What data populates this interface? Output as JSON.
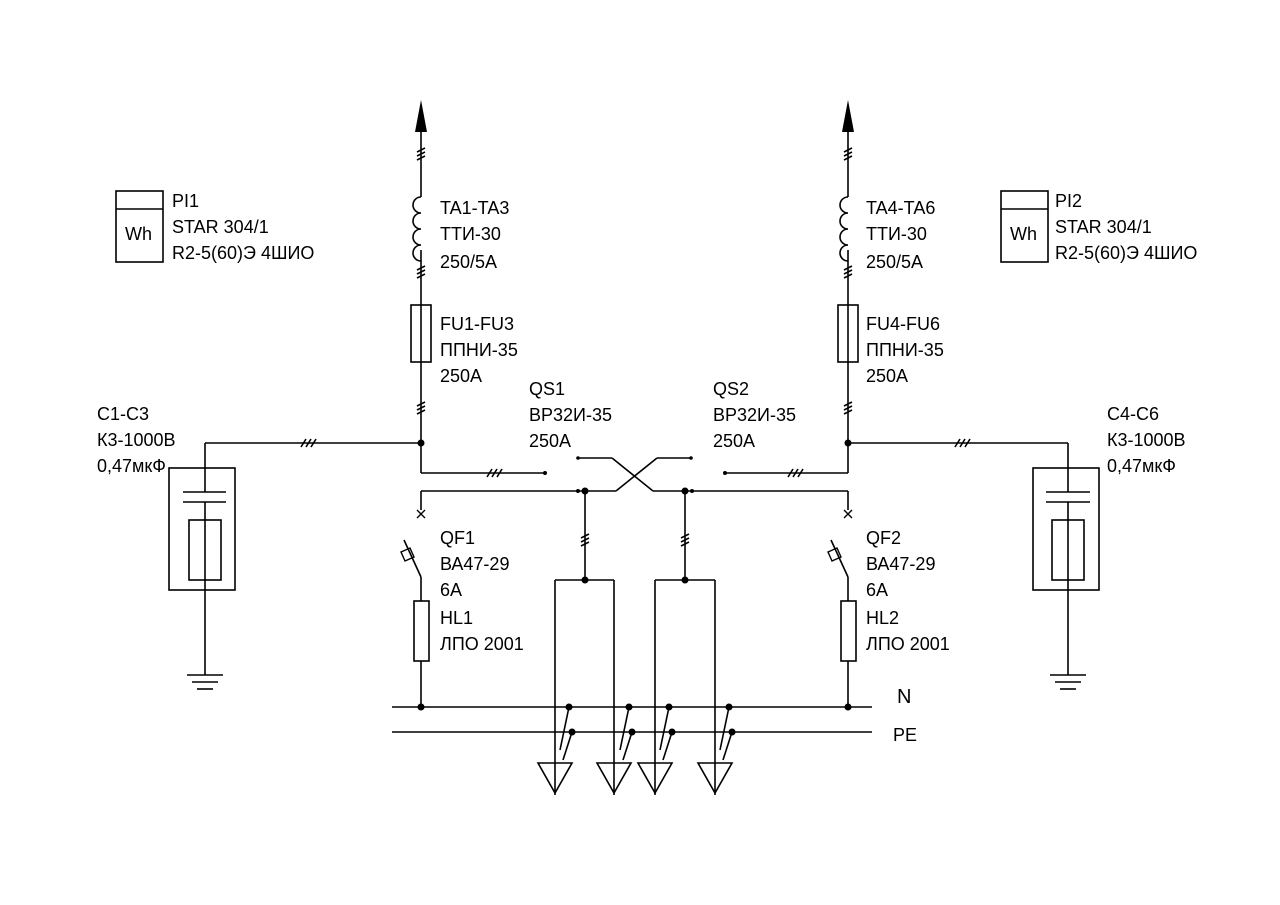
{
  "meters": [
    {
      "symbol": "Wh",
      "ref": "PI1",
      "model": "STAR 304/1",
      "spec": "R2-5(60)Э 4ШИО"
    },
    {
      "symbol": "Wh",
      "ref": "PI2",
      "model": "STAR 304/1",
      "spec": "R2-5(60)Э 4ШИО"
    }
  ],
  "current_transformers": [
    {
      "ref": "TA1-TA3",
      "model": "ТТИ-30",
      "ratio": "250/5А"
    },
    {
      "ref": "TA4-TA6",
      "model": "ТТИ-30",
      "ratio": "250/5А"
    }
  ],
  "fuses": [
    {
      "ref": "FU1-FU3",
      "model": "ППНИ-35",
      "rating": "250А"
    },
    {
      "ref": "FU4-FU6",
      "model": "ППНИ-35",
      "rating": "250А"
    }
  ],
  "switches": [
    {
      "ref": "QS1",
      "model": "ВР32И-35",
      "rating": "250А"
    },
    {
      "ref": "QS2",
      "model": "ВР32И-35",
      "rating": "250А"
    }
  ],
  "capacitors": [
    {
      "ref": "C1-C3",
      "model": "К3-1000В",
      "value": "0,47мкФ"
    },
    {
      "ref": "C4-C6",
      "model": "К3-1000В",
      "value": "0,47мкФ"
    }
  ],
  "breakers": [
    {
      "ref": "QF1",
      "model": "ВА47-29",
      "rating": "6А"
    },
    {
      "ref": "QF2",
      "model": "ВА47-29",
      "rating": "6А"
    }
  ],
  "lamps": [
    {
      "ref": "HL1",
      "model": "ЛПО 2001"
    },
    {
      "ref": "HL2",
      "model": "ЛПО 2001"
    }
  ],
  "buses": {
    "neutral": "N",
    "protective": "PE"
  }
}
